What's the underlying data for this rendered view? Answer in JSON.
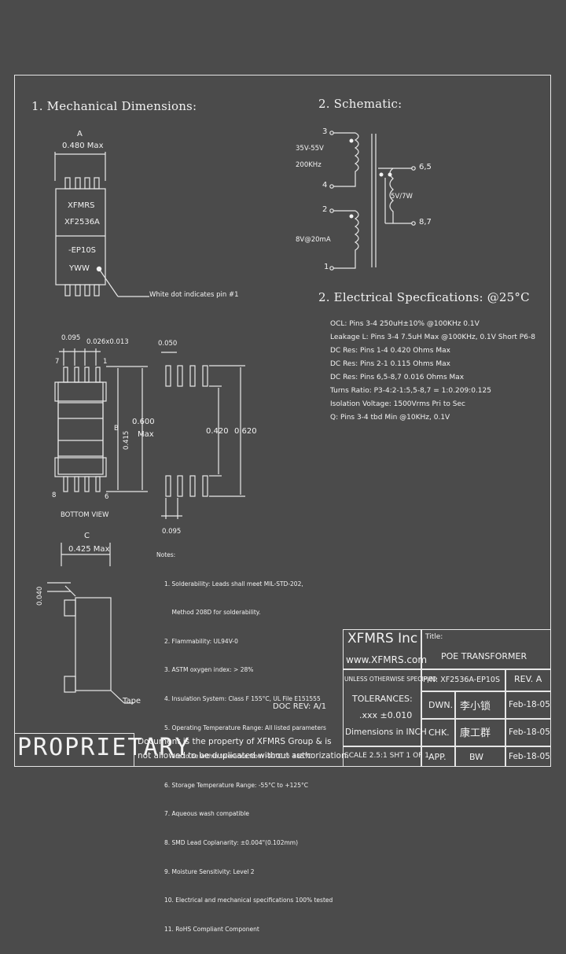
{
  "sections": {
    "mech": "1. Mechanical Dimensions:",
    "schem": "2. Schematic:",
    "elec": "2. Electrical Specfications: @25°C"
  },
  "mech": {
    "dimA_label": "A",
    "dimA_value": "0.480 Max",
    "part_marking": [
      "XFMRS",
      "XF2536A",
      "-EP10S",
      "YWW"
    ],
    "white_dot_note": "White dot indicates pin #1",
    "pitch": "0.095",
    "pin_size": "0.026x0.013",
    "pin_7": "7",
    "pin_1": "1",
    "pin_8": "8",
    "pin_6": "6",
    "dimB_label": "B",
    "dimB_tol": "0.415",
    "dimB_max": "0.600",
    "dimB_max2": "Max",
    "bottom_view": "BOTTOM VIEW",
    "pad_width": "0.050",
    "pad_spacing_inner": "0.420",
    "pad_spacing_outer": "0.620",
    "pad_pitch": "0.095",
    "dimC_label": "C",
    "dimC_value": "0.425 Max",
    "standoff": "0.040",
    "tape_label": "Tape"
  },
  "schematic": {
    "pin3": "3",
    "pin4": "4",
    "pin2": "2",
    "pin1": "1",
    "pin65": "6,5",
    "pin87": "8,7",
    "primary_v": "35V-55V",
    "primary_f": "200KHz",
    "secondary": "5V/7W",
    "aux": "8V@20mA"
  },
  "electrical": [
    "OCL: Pins 3-4 250uH±10% @100KHz 0.1V",
    "Leakage L: Pins 3-4 7.5uH Max @100KHz, 0.1V Short P6-8",
    "DC Res: Pins 1-4 0.420 Ohms Max",
    "DC Res: Pins 2-1 0.115 Ohms Max",
    "DC Res: Pins 6,5-8,7 0.016 Ohms Max",
    "Turns Ratio: P3-4:2-1:5,5-8,7 = 1:0.209:0.125",
    "Isolation Voltage: 1500Vrms Pri to Sec",
    "Q: Pins 3-4 tbd Min @10KHz, 0.1V"
  ],
  "notes": {
    "heading": "Notes:",
    "items": [
      "1. Solderability: Leads shall meet MIL-STD-202,",
      "    Method 208D for solderability.",
      "2. Flammability: UL94V-0",
      "3. ASTM oxygen index: > 28%",
      "4. Insulation System: Class F 155°C, UL File E151555",
      "5. Operating Temperature Range: All listed parameters",
      "    are to be within tolerance from -40°C to +85°C",
      "6. Storage Temperature Range: -55°C to +125°C",
      "7. Aqueous wash compatible",
      "8. SMD Lead Coplanarity: ±0.004\"(0.102mm)",
      "9. Moisture Sensitivity: Level 2",
      "10. Electrical and mechanical specifications 100% tested",
      "11. RoHS Compliant Component"
    ],
    "doc_rev": "DOC REV: A/1"
  },
  "title_block": {
    "company": "XFMRS Inc",
    "website": "www.XFMRS.com",
    "title_label": "Title:",
    "title": "POE TRANSFORMER",
    "unless": "UNLESS OTHERWISE SPECIFIED",
    "tolerances": "TOLERANCES:",
    "tol_value": ".xxx ±0.010",
    "dimensions": "Dimensions in INCH",
    "pn": "P/N: XF2536A-EP10S",
    "rev": "REV. A",
    "dwn": "DWN.",
    "dwn_sig": "李小锁",
    "dwn_date": "Feb-18-05",
    "chk": "CHK.",
    "chk_sig": "康工群",
    "chk_date": "Feb-18-05",
    "scale": "SCALE 2.5:1 SHT 1 OF 1",
    "app": "APP.",
    "app_sig": "BW",
    "app_date": "Feb-18-05"
  },
  "proprietary": {
    "word": "PROPRIETARY",
    "line1": "Document is the property of XFMRS Group & is",
    "line2": "not allowed to be duplicated without authorization."
  }
}
